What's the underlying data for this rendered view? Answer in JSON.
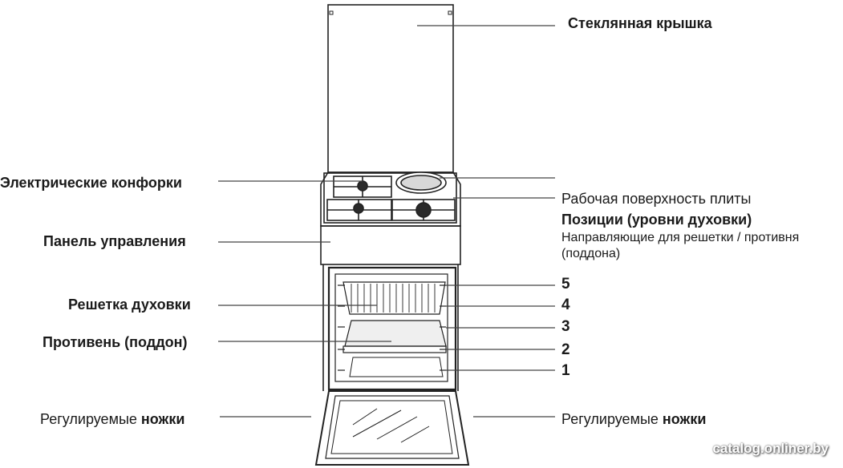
{
  "labels": {
    "glass_lid": "Стеклянная крышка",
    "electric_burners": "Электрические конфорки",
    "control_panel": "Панель управления",
    "oven_rack": "Решетка духовки",
    "baking_tray": "Противень (поддон)",
    "adjustable_feet_left_prefix": "Регулируемые",
    "adjustable_feet_left_bold": "ножки",
    "adjustable_feet_right_prefix": "Регулируемые",
    "adjustable_feet_right_bold": "ножки",
    "cooktop": "Рабочая поверхность плиты",
    "oven_positions": "Позиции (уровни духовки)",
    "guides_line1": "Направляющие  для решетки / противня",
    "guides_line2": "(поддона)"
  },
  "levels": [
    "5",
    "4",
    "3",
    "2",
    "1"
  ],
  "watermark": "catalog.onliner.by"
}
